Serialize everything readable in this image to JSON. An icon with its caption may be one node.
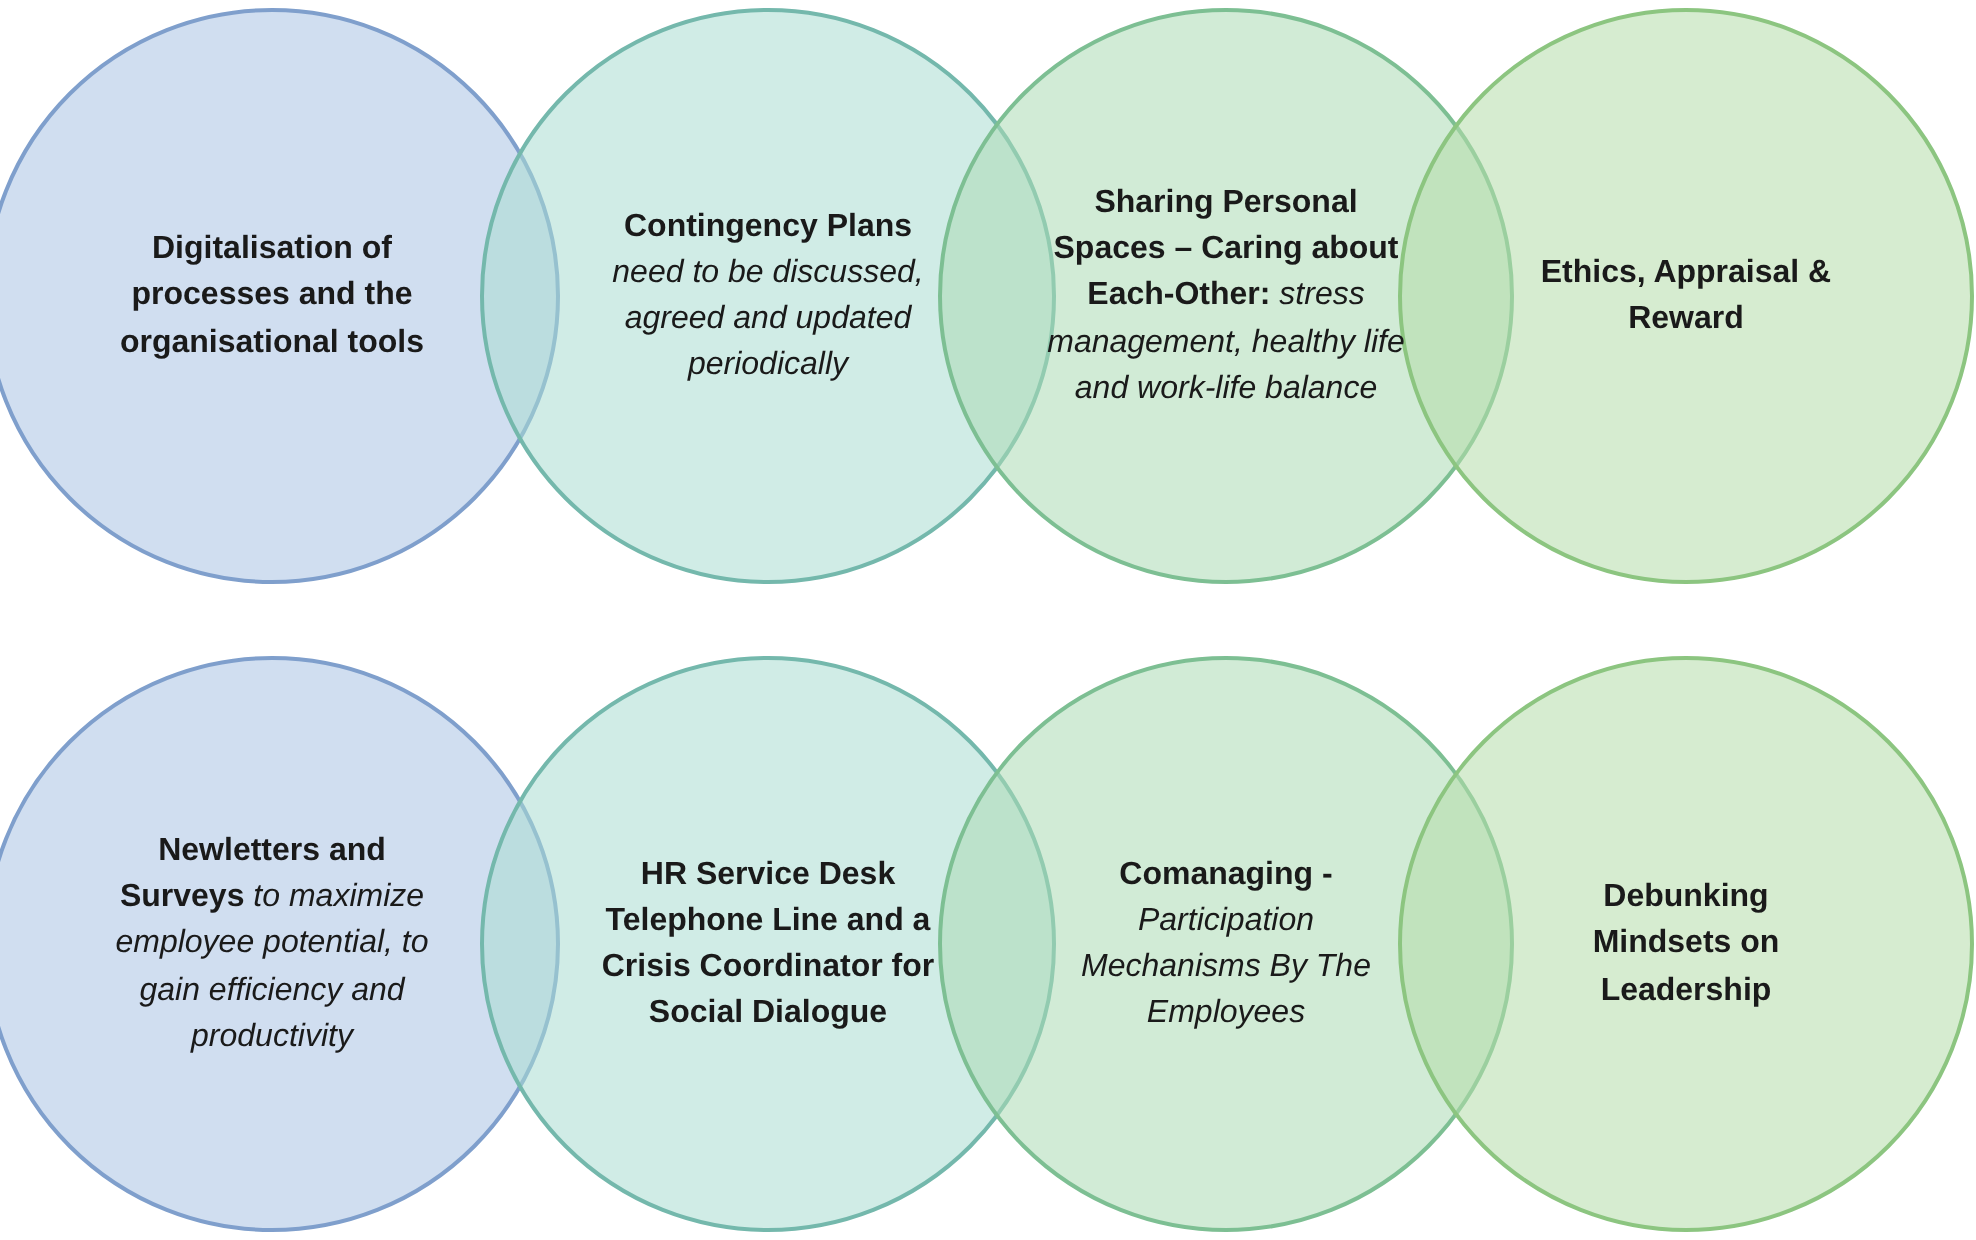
{
  "diagram": {
    "nodes": [
      {
        "text": [
          "Digitalisation of processes and the organisational tools"
        ]
      },
      {
        "text": [
          "Contingency Plans *need to be discussed, agreed and updated periodically*"
        ]
      },
      {
        "text": [
          "Sharing Personal Spaces – Caring about Each-Other: *stress management, healthy life and work-life balance*"
        ]
      },
      {
        "text": [
          "Ethics, Appraisal & Reward"
        ]
      },
      {
        "text": [
          "Newletters and Surveys *to maximize employee potential, to gain efficiency and productivity*"
        ]
      },
      {
        "text": [
          "HR Service Desk Telephone Line and a Crisis Coordinator for Social Dialogue"
        ]
      },
      {
        "text": [
          "Comanaging - *Participation Mechanisms By The Employees*"
        ]
      },
      {
        "text": [
          "Debunking Mindsets on Leadership"
        ]
      }
    ]
  }
}
